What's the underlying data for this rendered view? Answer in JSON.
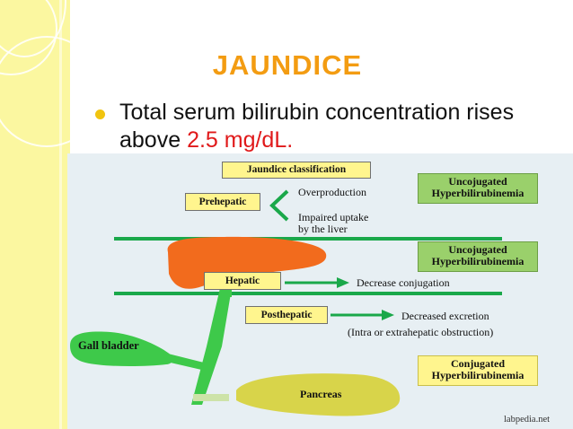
{
  "slide": {
    "title": "JAUNDICE",
    "bullet_text": "Total serum bilirubin concentration rises above ",
    "bullet_highlight": "2.5 mg/dL."
  },
  "diagram": {
    "heading": "Jaundice classification",
    "prehepatic": "Prehepatic",
    "overproduction": "Overproduction",
    "impaired_line1": "Impaired uptake",
    "impaired_line2": "by the liver",
    "unconj1_line1": "Uncojugated",
    "unconj1_line2": "Hyperbilirubinemia",
    "unconj2_line1": "Uncojugated",
    "unconj2_line2": "Hyperbilirubinemia",
    "hepatic": "Hepatic",
    "decrease_conjugation": "Decrease conjugation",
    "posthepatic": "Posthepatic",
    "decreased_excretion": "Decreased excretion",
    "obstruction": "(Intra or extrahepatic obstruction)",
    "gall_bladder": "Gall bladder",
    "conj_line1": "Conjugated",
    "conj_line2": "Hyperbilirubinemia",
    "pancreas": "Pancreas",
    "watermark": "labpedia.net"
  },
  "colors": {
    "title": "#f39c12",
    "highlight": "#e0191a",
    "bullet": "#f1c40f",
    "liver": "#f26b1d",
    "duct": "#3ec94a",
    "divider": "#1aa84a",
    "pancreas": "#d8d44a"
  }
}
